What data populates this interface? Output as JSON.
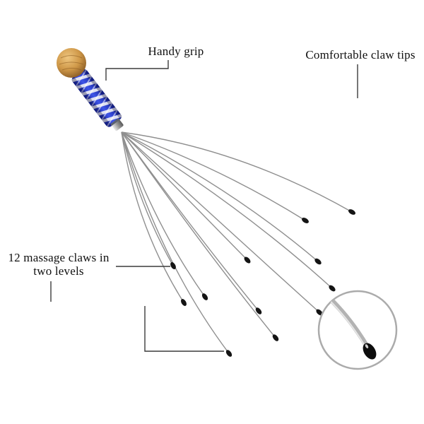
{
  "page": {
    "type": "annotated-product-diagram",
    "background": "#ffffff"
  },
  "product": {
    "name": "head scalp massager",
    "parts": [
      "wooden grip ball",
      "blue braided handle",
      "metal ferrule",
      "12 wire massage claws",
      "black claw tips"
    ]
  },
  "annotations": {
    "handy_grip": "Handy grip",
    "claw_tips": "Comfortable claw tips",
    "claws_line1": "12 massage claws in",
    "claws_line2": "two levels"
  },
  "detail_inset": {
    "name": "magnified claw tip",
    "shape": "circle"
  },
  "colors": {
    "handle_blue": "#2436c0",
    "handle_stripe": "#f2f2f6",
    "wood_ball": "#cf9848",
    "wire_gray": "#8f8f8f",
    "claw_tip_black": "#141414",
    "leader_line": "#3c3c3c",
    "inset_border": "#ababab"
  }
}
